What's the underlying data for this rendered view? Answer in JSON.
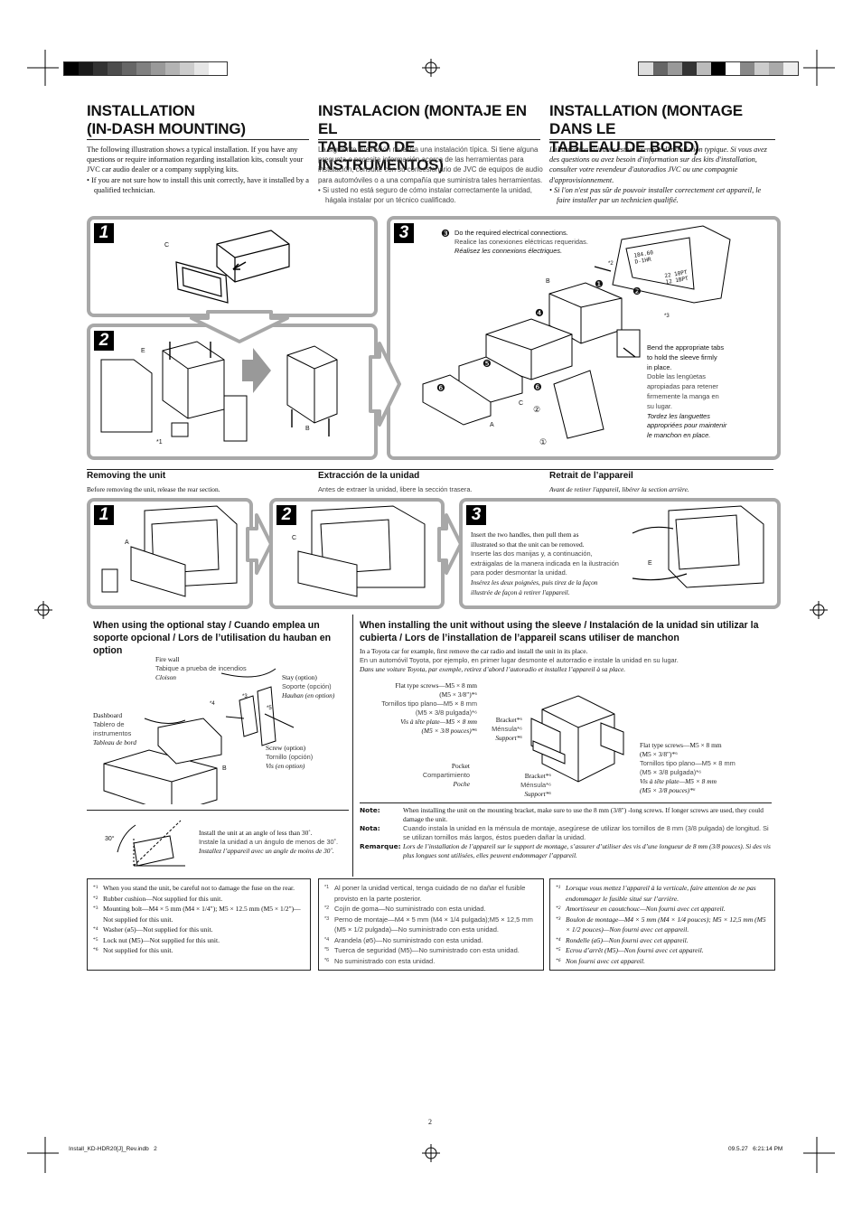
{
  "headings": {
    "en": [
      "INSTALLATION",
      "(IN-DASH MOUNTING)"
    ],
    "es": [
      "INSTALACION (MONTAJE EN EL",
      "TABLERO DE INSTRUMENTOS)"
    ],
    "fr": [
      "INSTALLATION (MONTAGE DANS LE",
      "TABLEAU DE BORD)"
    ]
  },
  "intro": {
    "en": {
      "text": "The following illustration shows a typical installation. If you have any questions or require information regarding installation kits, consult your JVC car audio dealer or a company supplying kits.",
      "bullet": "If you are not sure how to install this unit correctly, have it installed by a qualified technician."
    },
    "es": {
      "text": "La siguiente ilustración muestra una instalación típica. Si tiene alguna pregunta o necesita información acerca de las herramientas para instalación, consulte con su concesionario de JVC de equipos de audio para automóviles o a una compañía que suministra tales herramientas.",
      "bullet": "Si usted no está seguro de cómo instalar correctamente la unidad, hágala instalar por un técnico cualificado."
    },
    "fr": {
      "text": "L'illustration suivante est un exemple d'installation typique. Si vous avez des questions ou avez besoin d'information sur des kits d'installation, consulter votre revendeur d'autoradios JVC ou une compagnie d'approvisionnement.",
      "bullet": "Si l'on n'est pas sûr de pouvoir installer correctement cet appareil, le faire installer par un technicien qualifié."
    }
  },
  "steps": [
    "1",
    "2",
    "3"
  ],
  "marks": {
    "c": "C",
    "e": "E",
    "b": "B",
    "a": "A",
    "n3": "❸",
    "n1": "❶",
    "n2": "❷",
    "n4": "❹",
    "n5": "❺",
    "n6": "❻",
    "m1": "*1",
    "m2": "*2",
    "m3": "*3",
    "m4": "*4",
    "m5": "*5",
    "c1": "①",
    "c2": "②",
    "deg": "30°",
    "rad1": "184.60",
    "rad2": "D-1HR",
    "rad3": "22 10PT",
    "rad4": "12 1BPT"
  },
  "step3_note": {
    "en": "Do the required electrical connections.",
    "es": "Realice las conexiones eléctricas requeridas.",
    "fr": "Réalisez les connexions électriques."
  },
  "tabs_note": {
    "en": [
      "Bend the appropriate tabs",
      "to hold the sleeve firmly",
      "in place."
    ],
    "es": [
      "Doble las lengüetas",
      "apropiadas para retener",
      "firmemente la manga en",
      "su lugar."
    ],
    "fr": [
      "Tordez les languettes",
      "appropriées pour maintenir",
      "le manchon en place."
    ]
  },
  "removing": {
    "en": {
      "title": "Removing the unit",
      "text": "Before removing the unit, release the rear section."
    },
    "es": {
      "title": "Extracción de la unidad",
      "text": "Antes de extraer la unidad, libere la sección trasera."
    },
    "fr": {
      "title": "Retrait de l’appareil",
      "text": "Avant de retirer l'appareil, libérer la section arrière."
    }
  },
  "remove_note": {
    "en": [
      "Insert the two handles, then pull them as",
      "illustrated so that the unit can be removed."
    ],
    "es": [
      "Inserte las dos manijas y, a continuación,",
      "extráigalas de la manera indicada en la ilustración",
      "para poder desmontar la unidad."
    ],
    "fr": [
      "Insérez les deux poignées, puis tirez de la façon",
      "illustrée de façon à retirer l'appareil."
    ]
  },
  "stay": {
    "title": "When using the optional stay / Cuando emplea un soporte opcional / Lors de l’utilisation du hauban en option",
    "firewall": [
      "Fire wall",
      "Tabique a prueba de incendios",
      "Cloison"
    ],
    "stay": [
      "Stay (option)",
      "Soporte (opción)",
      "Hauban (en option)"
    ],
    "dashboard": [
      "Dashboard",
      "Tablero de",
      "instrumentos",
      "Tableau de bord"
    ],
    "screw": [
      "Screw (option)",
      "Tornillo (opción)",
      "Vis (en option)"
    ],
    "angle": {
      "en": "Install the unit at an angle of less than 30˚.",
      "es": "Instale la unidad a un ángulo de menos de 30˚.",
      "fr": "Installez l’appareil avec un angle de moins de 30˚."
    }
  },
  "sleeve": {
    "title": "When installing the unit without using the sleeve / Instalación de la unidad sin utilizar la cubierta / Lors de l’installation de l’appareil scans utiliser de manchon",
    "en": "In a Toyota car for example, first remove the car radio and install the unit in its place.",
    "es": "En un automóvil Toyota, por ejemplo, en primer lugar desmonte el autorradio e instale la unidad en su lugar.",
    "fr": "Dans une voiture Toyota, par exemple, retirez d’abord l’autoradio et installez l’appareil à sa place.",
    "flat_left": [
      "Flat type screws—M5 × 8 mm",
      "(M5 × 3/8\")*⁶",
      "Tornillos tipo plano—M5 × 8 mm",
      "(M5 × 3/8 pulgada)*⁶",
      "Vis à tête plate—M5 × 8 mm",
      "(M5 × 3/8 pouces)*⁶"
    ],
    "bracket_l": [
      "Bracket*⁶",
      "Ménsula*⁶",
      "Support*⁶"
    ],
    "pocket": [
      "Pocket",
      "Compartimiento",
      "Poche"
    ],
    "bracket_b": [
      "Bracket*⁶",
      "Ménsula*⁶",
      "Support*⁶"
    ],
    "flat_right": [
      "Flat type screws—M5 × 8 mm",
      "(M5 × 3/8\")*⁶",
      "Tornillos tipo plano—M5 × 8 mm",
      "(M5 × 3/8 pulgada)*⁶",
      "Vis à tête plate—M5 × 8 mm",
      "(M5 × 3/8 pouces)*⁶"
    ],
    "notes": [
      {
        "label": "Note:",
        "text": "When installing the unit on the mounting bracket, make sure to use the 8 mm (3/8\") -long screws. If longer screws are used, they could damage the unit."
      },
      {
        "label": "Nota:",
        "text": "Cuando instala la unidad en la ménsula de montaje, asegúrese de utilizar los tornillos de 8 mm (3/8 pulgada) de longitud. Si se utilizan tornillos más largos, éstos pueden dañar la unidad."
      },
      {
        "label": "Remarque:",
        "text": "Lors de l’installation de l’appareil sur le support de montage, s’assurer d’utiliser des vis d’une longueur de 8 mm (3/8 pouces). Si des vis plus longues sont utilisées, elles peuvent endommager l’appareil."
      }
    ]
  },
  "footnotes": {
    "en": [
      {
        "m": "*1",
        "t": "When you stand the unit, be careful not to damage the fuse on the rear."
      },
      {
        "m": "*2",
        "t": "Rubber cushion—Not supplied for this unit."
      },
      {
        "m": "*3",
        "t": "Mounting bolt—M4 × 5 mm (M4 × 1/4\"); M5 × 12.5 mm (M5 × 1/2\")—Not supplied for this unit."
      },
      {
        "m": "*4",
        "t": "Washer (ø5)—Not supplied for this unit."
      },
      {
        "m": "*5",
        "t": "Lock nut (M5)—Not supplied for this unit."
      },
      {
        "m": "*6",
        "t": "Not supplied for this unit."
      }
    ],
    "es": [
      {
        "m": "*1",
        "t": "Al poner la unidad vertical, tenga cuidado de no dañar el fusible provisto en la parte posterior."
      },
      {
        "m": "*2",
        "t": "Cojín de goma—No suministrado con esta unidad."
      },
      {
        "m": "*3",
        "t": "Perno de montaje—M4 × 5 mm (M4 × 1/4 pulgada);M5 × 12,5 mm (M5 × 1/2 pulgada)—No suministrado con esta unidad."
      },
      {
        "m": "*4",
        "t": "Arandela (ø5)—No suministrado con esta unidad."
      },
      {
        "m": "*5",
        "t": "Tuerca de seguridad (M5)—No suministrado con esta unidad."
      },
      {
        "m": "*6",
        "t": "No suministrado con esta unidad."
      }
    ],
    "fr": [
      {
        "m": "*1",
        "t": "Lorsque vous mettez l’appareil à la verticale, faire attention de ne pas endommager le fusible situé sur l’arrière."
      },
      {
        "m": "*2",
        "t": "Amortisseur en caoutchouc—Non fourni avec cet appareil."
      },
      {
        "m": "*3",
        "t": "Boulon de montage—M4 × 5 mm (M4 × 1/4 pouces); M5 × 12,5 mm (M5 × 1/2 pouces)—Non fourni avec cet appareil."
      },
      {
        "m": "*4",
        "t": "Rondelle (ø5)—Non fourni avec cet appareil."
      },
      {
        "m": "*5",
        "t": "Ecrou d’arrêt (M5)—Non fourni avec cet appareil."
      },
      {
        "m": "*6",
        "t": "Non fourni avec cet appareil."
      }
    ]
  },
  "page_number": "2",
  "slug": {
    "file": "Install_KD-HDR20[J]_Rev.indb   2",
    "date": "09.5.27   6:21:14 PM"
  },
  "colors": {
    "panel_border": "#a8a8a8",
    "black": "#000000"
  }
}
